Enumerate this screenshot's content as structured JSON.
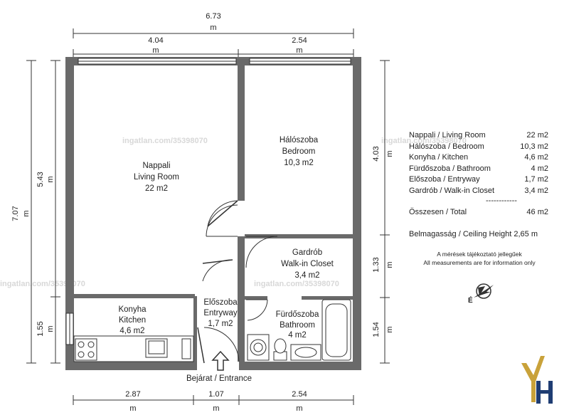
{
  "dimensions": {
    "top_total": "6.73",
    "top_left": "4.04",
    "top_right": "2.54",
    "bottom_left": "2.87",
    "bottom_mid": "1.07",
    "bottom_right": "2.54",
    "left_total": "7.07",
    "left_upper": "5.43",
    "left_lower": "1.55",
    "right_upper": "4.03",
    "right_mid": "1.33",
    "right_lower": "1.54",
    "unit": "m"
  },
  "rooms": {
    "living": {
      "hu": "Nappali",
      "en": "Living Room",
      "area": "22 m2"
    },
    "bedroom": {
      "hu": "Hálószoba",
      "en": "Bedroom",
      "area": "10,3 m2"
    },
    "closet": {
      "hu": "Gardrób",
      "en": "Walk-in Closet",
      "area": "3,4 m2"
    },
    "kitchen": {
      "hu": "Konyha",
      "en": "Kitchen",
      "area": "4,6 m2"
    },
    "entry": {
      "hu": "Előszoba",
      "en": "Entryway",
      "area": "1,7 m2"
    },
    "bathroom": {
      "hu": "Fürdőszoba",
      "en": "Bathroom",
      "area": "4 m2"
    }
  },
  "entrance": "Bejárat / Entrance",
  "area_table": {
    "rows": [
      {
        "name": "Nappali / Living Room",
        "area": "22 m2"
      },
      {
        "name": "Hálószoba / Bedroom",
        "area": "10,3 m2"
      },
      {
        "name": "Konyha / Kitchen",
        "area": "4,6 m2"
      },
      {
        "name": "Fürdőszoba / Bathroom",
        "area": "4 m2"
      },
      {
        "name": "Előszoba / Entryway",
        "area": "1,7 m2"
      },
      {
        "name": "Gardrób / Walk-in Closet",
        "area": "3,4 m2"
      }
    ],
    "separator": "------------",
    "total_label": "Összesen / Total",
    "total_value": "46 m2",
    "ceiling": "Belmagasság / Ceiling Height 2,65 m",
    "note_hu": "A mérések tájékoztató jellegűek",
    "note_en": "All measurements are for information only"
  },
  "compass": {
    "label": "É"
  },
  "watermark": "ingatlan.com/35398070",
  "logo": "YH",
  "colors": {
    "wall": "#6a6a6a",
    "line": "#333333",
    "logo_gold": "#c9a23a",
    "logo_navy": "#1f3d73"
  }
}
